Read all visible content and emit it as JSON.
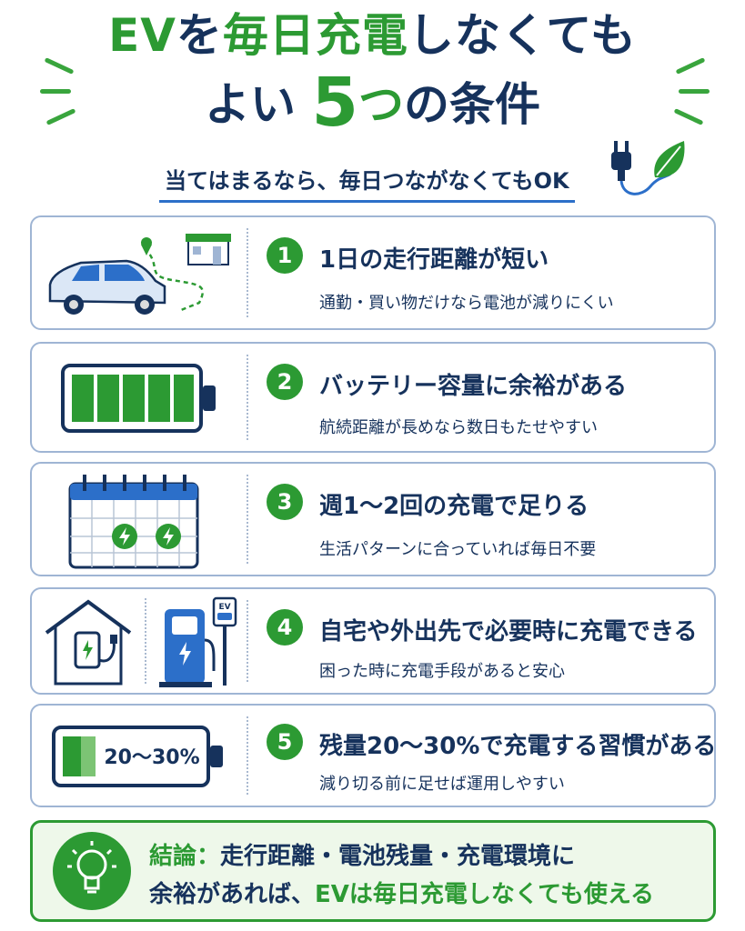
{
  "title": {
    "line1_ev": "EV",
    "line1_wo": "を",
    "line1_green": "毎日充電",
    "line1_rest": "しなくても",
    "line2_a": "よい",
    "line2_num": "5",
    "line2_green": "つ",
    "line2_b": "の条件"
  },
  "subtitle": "当てはまるなら、毎日つながなくてもOK",
  "conditions": [
    {
      "num": "1",
      "heading": "1日の走行距離が短い",
      "desc": "通勤・買い物だけなら電池が減りにくい",
      "icon": "car-route-icon"
    },
    {
      "num": "2",
      "heading": "バッテリー容量に余裕がある",
      "desc": "航続距離が長めなら数日もたせやすい",
      "icon": "full-battery-icon"
    },
    {
      "num": "3",
      "heading": "週1〜2回の充電で足りる",
      "desc": "生活パターンに合っていれば毎日不要",
      "icon": "calendar-icon"
    },
    {
      "num": "4",
      "heading": "自宅や外出先で必要時に充電できる",
      "desc": "困った時に充電手段があると安心",
      "icon": "charging-station-icon"
    },
    {
      "num": "5",
      "heading": "残量20〜30%で充電する習慣がある",
      "desc": "減り切る前に足せば運用しやすい",
      "icon": "low-battery-icon"
    }
  ],
  "battery_label": "20〜30%",
  "ev_sign": "EV",
  "conclusion": {
    "label": "結論：",
    "line1": "走行距離・電池残量・充電環境に",
    "line2_a": "余裕があれば、",
    "line2_b": "EVは毎日充電しなくても使える"
  },
  "colors": {
    "green": "#2c9a33",
    "navy": "#16325c",
    "blue": "#2c6fc9",
    "border": "#9fb5d4"
  }
}
